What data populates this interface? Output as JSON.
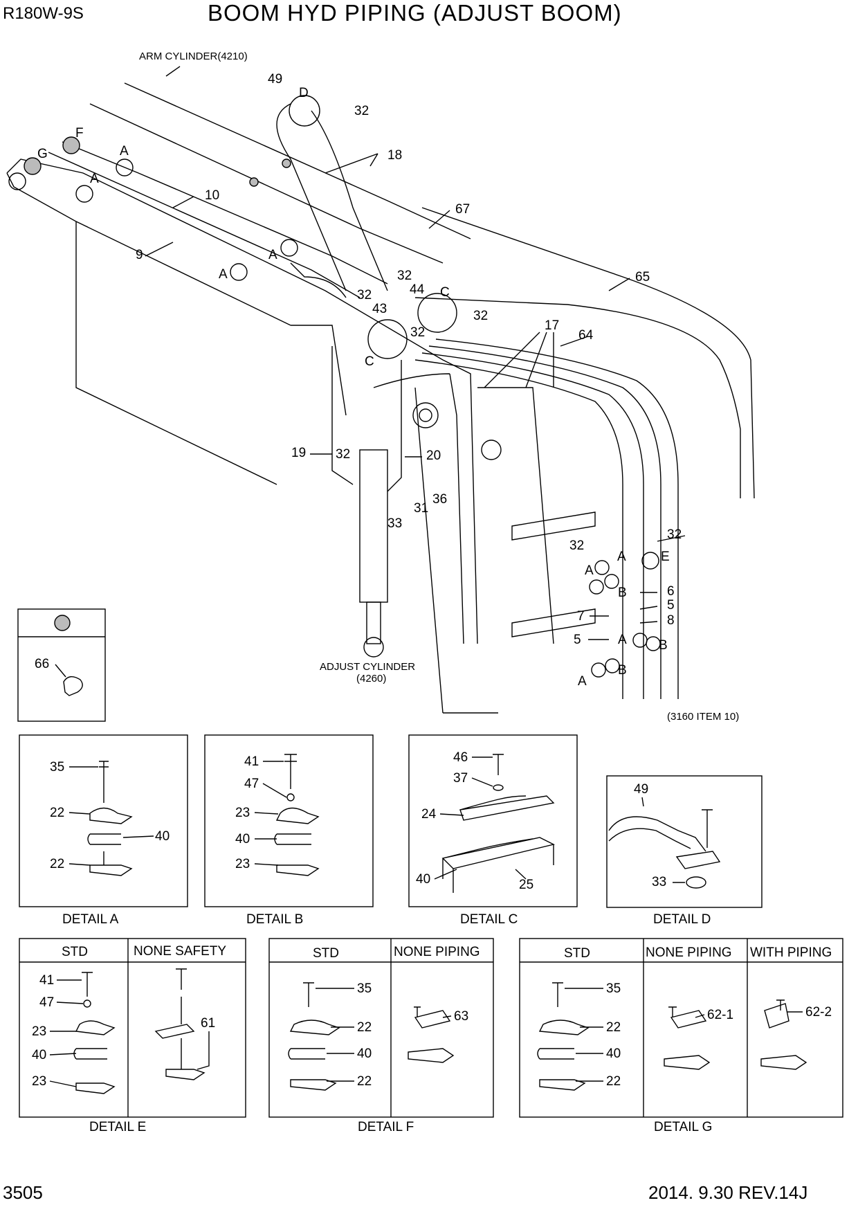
{
  "header": {
    "model": "R180W-9S",
    "title": "BOOM HYD PIPING (ADJUST BOOM)",
    "page_number": "3505",
    "revision": "2014. 9.30  REV.14J"
  },
  "main_view": {
    "annotations": {
      "arm_cylinder": "ARM CYLINDER(4210)",
      "adjust_cylinder_1": "ADJUST CYLINDER",
      "adjust_cylinder_2": "(4260)",
      "reference": "(3160 ITEM 10)"
    },
    "callouts": {
      "c49": "49",
      "cD": "D",
      "c32a": "32",
      "c18": "18",
      "cF": "F",
      "cG": "G",
      "cA1": "A",
      "cA2": "A",
      "c10": "10",
      "c67": "67",
      "c9": "9",
      "cA3": "A",
      "cA4": "A",
      "c65": "65",
      "c32b": "32",
      "c32c": "32",
      "c44": "44",
      "cC1": "C",
      "c43": "43",
      "c32d": "32",
      "c32e": "32",
      "cC2": "C",
      "c17": "17",
      "c64": "64",
      "c19": "19",
      "c32f": "32",
      "c20": "20",
      "c36": "36",
      "c31": "31",
      "c33": "33",
      "c32g": "32",
      "c32h": "32",
      "cA5": "A",
      "cE": "E",
      "cA6": "A",
      "cB1": "B",
      "c6": "6",
      "c5a": "5",
      "c8": "8",
      "c7": "7",
      "c5b": "5",
      "cA7": "A",
      "cB2": "B",
      "cB3": "B",
      "cA8": "A"
    },
    "legend_part": "66"
  },
  "details": {
    "A": {
      "caption": "DETAIL A",
      "parts": [
        "35",
        "22",
        "40",
        "22"
      ]
    },
    "B": {
      "caption": "DETAIL B",
      "parts": [
        "41",
        "47",
        "23",
        "40",
        "23"
      ]
    },
    "C": {
      "caption": "DETAIL C",
      "parts": [
        "46",
        "37",
        "24",
        "40",
        "25"
      ]
    },
    "D": {
      "caption": "DETAIL D",
      "parts": [
        "49",
        "33"
      ]
    },
    "E": {
      "caption": "DETAIL  E",
      "std": "STD",
      "alt": "NONE SAFETY",
      "parts": [
        "41",
        "47",
        "23",
        "40",
        "23",
        "61"
      ]
    },
    "F": {
      "caption": "DETAIL  F",
      "std": "STD",
      "alt": "NONE PIPING",
      "parts": [
        "35",
        "22",
        "40",
        "22",
        "63"
      ]
    },
    "G": {
      "caption": "DETAIL  G",
      "std": "STD",
      "alt": "NONE PIPING",
      "alt2": "WITH PIPING",
      "parts": [
        "35",
        "22",
        "40",
        "22",
        "62-1",
        "62-2"
      ]
    }
  },
  "colors": {
    "line": "#000000",
    "marker": "#bbbbbb"
  }
}
